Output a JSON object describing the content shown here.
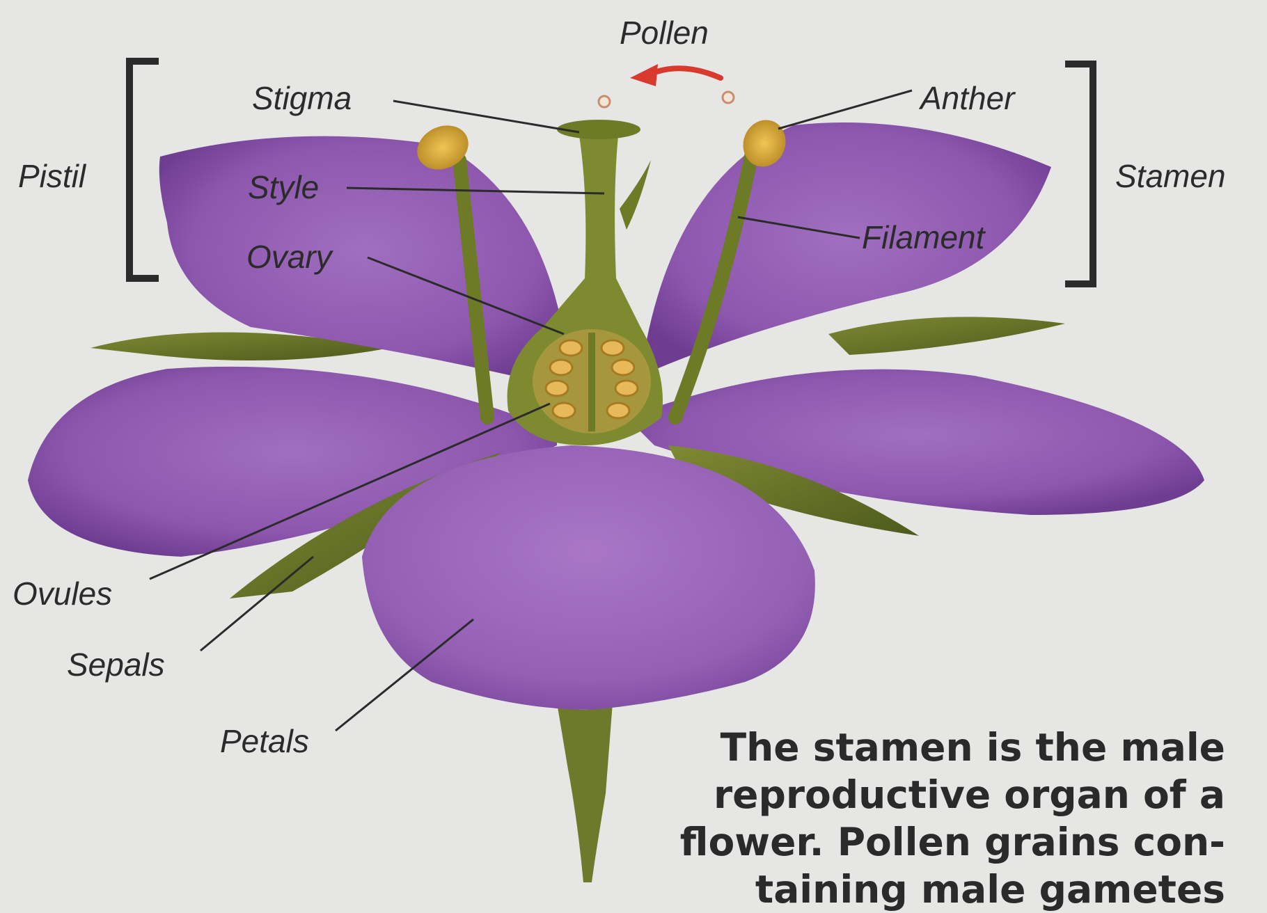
{
  "labels": {
    "pollen": "Pollen",
    "stigma": "Stigma",
    "anther": "Anther",
    "pistil": "Pistil",
    "style": "Style",
    "stamen": "Stamen",
    "ovary": "Ovary",
    "filament": "Filament",
    "ovules": "Ovules",
    "sepals": "Sepals",
    "petals": "Petals"
  },
  "caption": {
    "line1": "The stamen is the male",
    "line2": "reproductive organ of a",
    "line3": "flower. Pollen grains con-",
    "line4": "taining male gametes"
  },
  "colors": {
    "petal": "#9a63b8",
    "petal_dark": "#6f3f93",
    "sepal": "#6f7a2a",
    "pistil": "#7d8a2f",
    "anther": "#d6a530",
    "ovule": "#e2b25a",
    "arrow": "#d93a2e",
    "background": "#e6e6e4"
  }
}
